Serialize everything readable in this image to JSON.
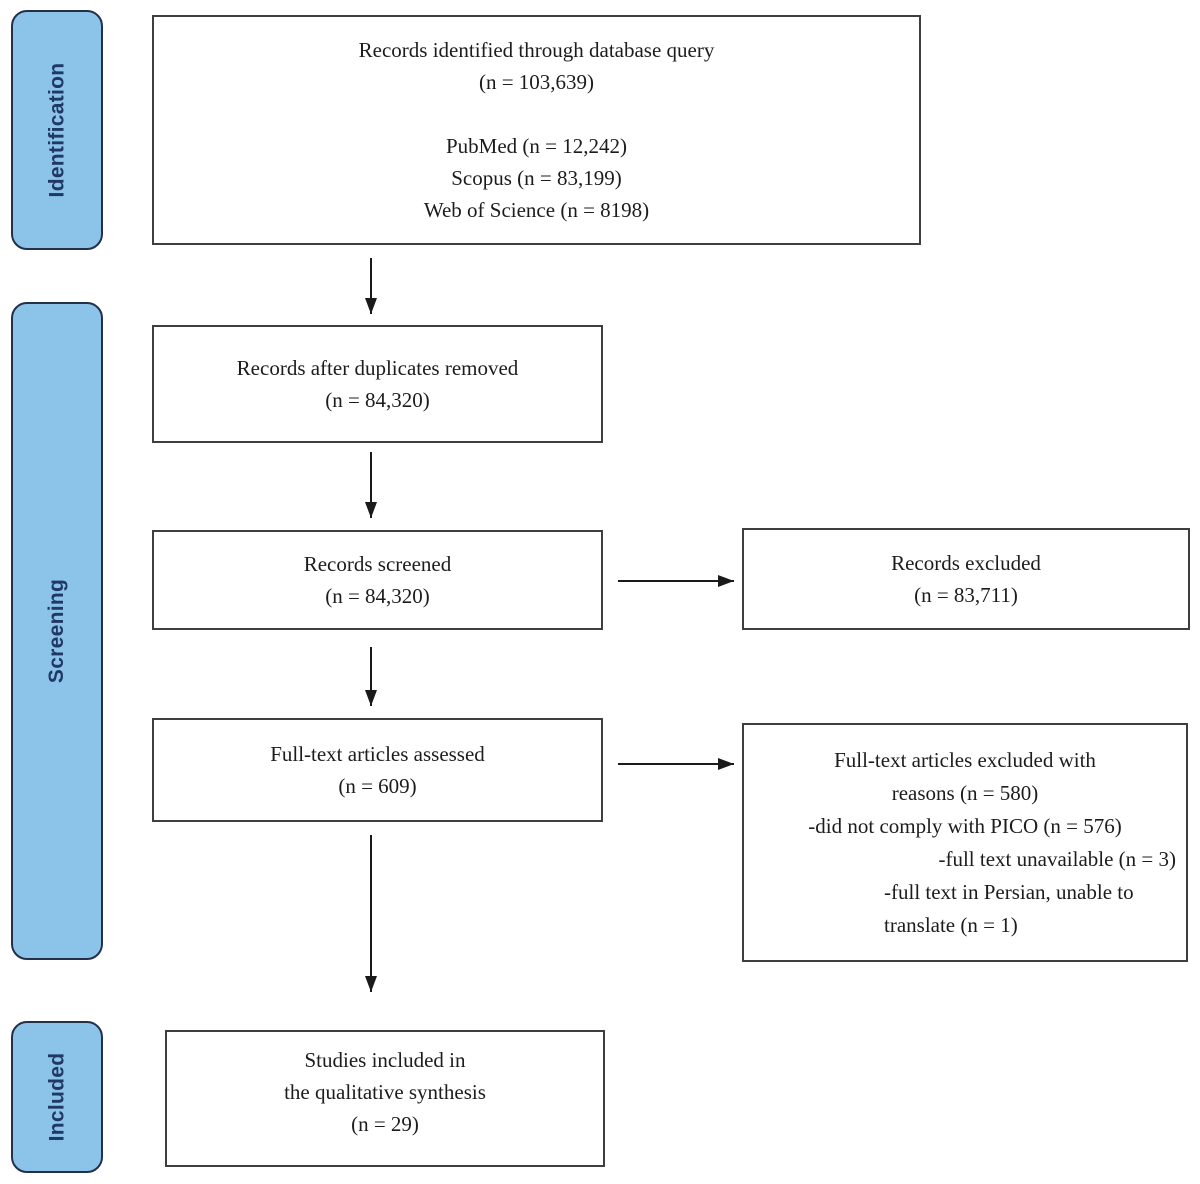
{
  "stages": {
    "identification": "Identification",
    "screening": "Screening",
    "included": "Included"
  },
  "boxes": {
    "identified": {
      "title": "Records identified through database query",
      "count": "(n = 103,639)",
      "sources": [
        "PubMed (n = 12,242)",
        "Scopus (n = 83,199)",
        "Web of Science (n = 8198)"
      ]
    },
    "deduplicated": {
      "title": "Records after duplicates removed",
      "count": "(n = 84,320)"
    },
    "screened": {
      "title": "Records screened",
      "count": "(n = 84,320)"
    },
    "records_excluded": {
      "title": "Records excluded",
      "count": "(n = 83,711)"
    },
    "fulltext_assessed": {
      "title": "Full-text articles assessed",
      "count": "(n = 609)"
    },
    "fulltext_excluded": {
      "title_line1": "Full-text articles excluded with",
      "title_line2": "reasons (n = 580)",
      "reasons": [
        "-did not comply with PICO (n = 576)",
        "-full text unavailable (n = 3)",
        "-full text in Persian, unable to translate (n = 1)"
      ]
    },
    "included_studies": {
      "line1": "Studies included in",
      "line2": "the qualitative synthesis",
      "count": "(n = 29)"
    }
  },
  "colors": {
    "stage_fill": "#8CC3E9",
    "stage_text": "#1F3864",
    "box_border": "#3F3F3F",
    "arrow": "#1A1A1A"
  }
}
